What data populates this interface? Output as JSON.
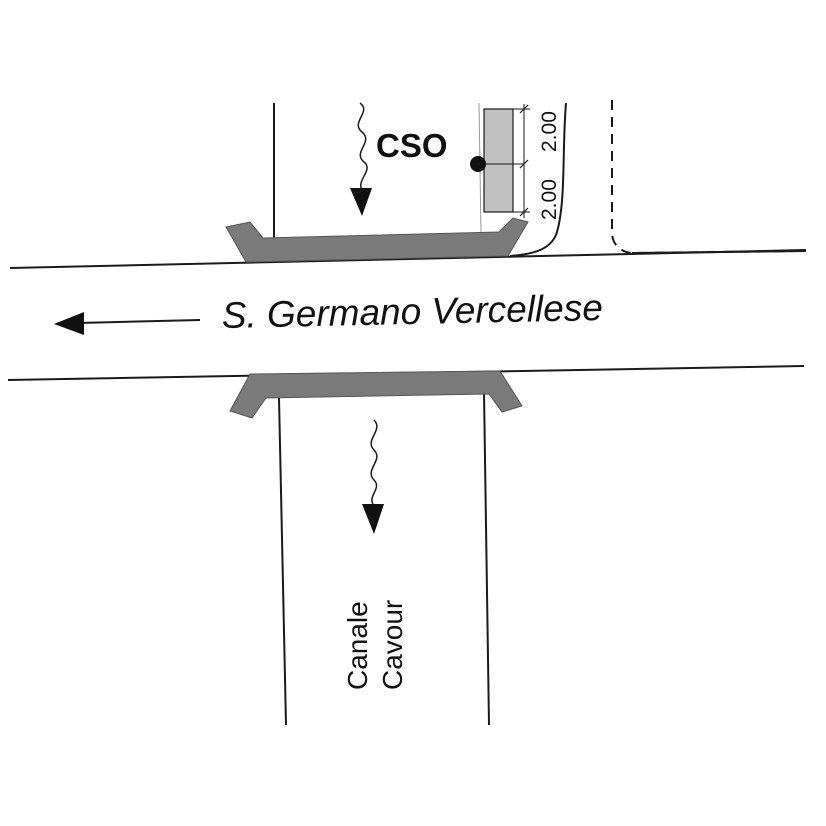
{
  "labels": {
    "road": "S. Germano Vercellese",
    "cso": "CSO",
    "canal_line1": "Canale",
    "canal_line2": "Cavour",
    "dim_upper": "2.00",
    "dim_lower": "2.00"
  },
  "colors": {
    "line": "#1a1a1a",
    "bridge": "#7a7a7a",
    "bridge_stroke": "#555555",
    "tank": "#c0c0c0"
  }
}
